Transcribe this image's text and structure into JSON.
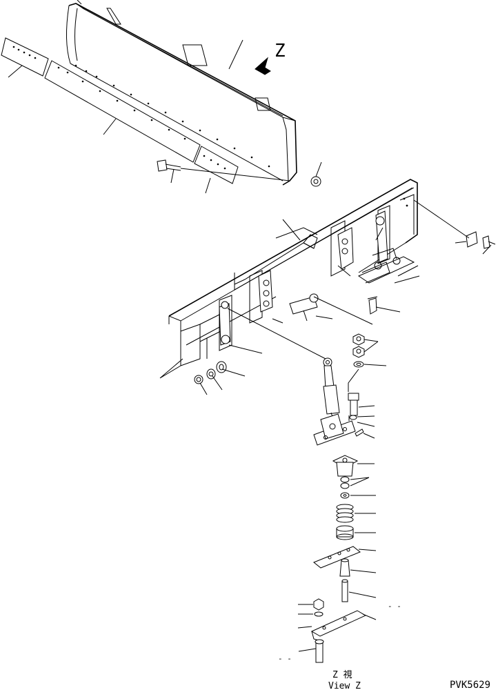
{
  "diagram": {
    "view_letter": "Z",
    "view_caption_jp": "Z 視",
    "view_caption_en": "View Z",
    "drawing_code": "PVK5629",
    "dash_markers": [
      "- -",
      "- -"
    ]
  }
}
